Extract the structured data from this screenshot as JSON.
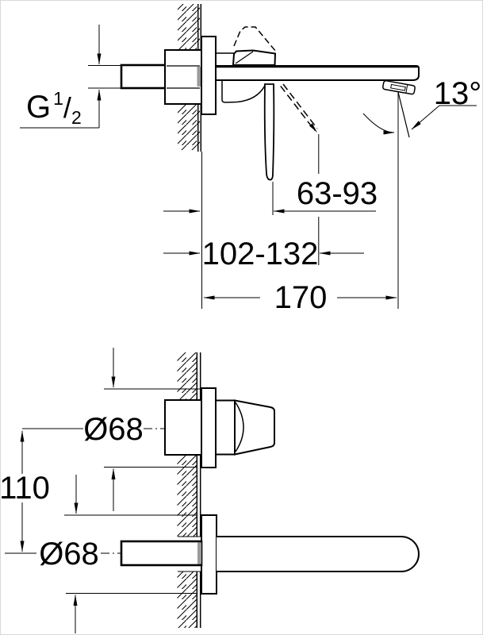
{
  "drawing": {
    "title": "wall-mounted-basin-mixer-dimensional-drawing",
    "colors": {
      "line": "#000000",
      "background": "#ffffff",
      "cut_fill": "#9a9a9a"
    },
    "side_view": {
      "thread_label": {
        "base": "G",
        "numerator": "1",
        "slash": "/",
        "denominator": "2"
      },
      "spray_angle": "13°",
      "lever_projection_range": "63-93",
      "lever_swung_projection_range": "102-132",
      "spout_projection": "170"
    },
    "plan_view": {
      "upper_escutcheon_diameter": "Ø68",
      "center_distance": "110",
      "lower_escutcheon_diameter": "Ø68"
    }
  }
}
